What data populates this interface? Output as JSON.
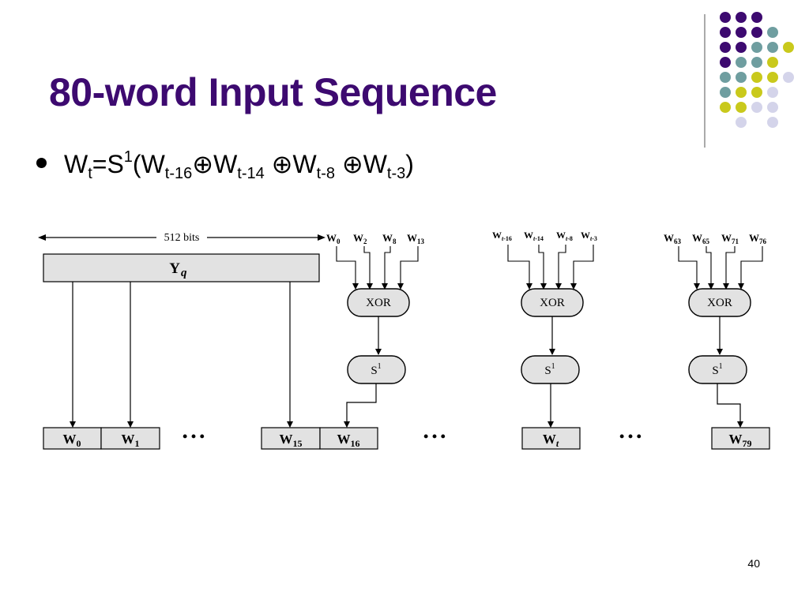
{
  "slide": {
    "title": "80-word Input Sequence",
    "page_number": "40"
  },
  "bullet": {
    "w": "W",
    "t": "t",
    "eq_s": "=S",
    "one": "1",
    "open": "(W",
    "sub1": "t-16",
    "xor": "⊕",
    "w2": "W",
    "sub2": "t-14",
    "xor2": " ⊕",
    "w3": "W",
    "sub3": "t-8",
    "xor3": " ⊕",
    "w4": "W",
    "sub4": "t-3",
    "close": ")"
  },
  "diagram": {
    "width_label": "512 bits",
    "block_label": "Y",
    "block_sub": "q",
    "xor_label": "XOR",
    "s_label": "S",
    "s_sup": "1",
    "ellipsis": "• • •",
    "groups": [
      {
        "inputs": [
          "W0",
          "W2",
          "W8",
          "W13"
        ]
      },
      {
        "inputs": [
          "Wt-16",
          "Wt-14",
          "Wt-8",
          "Wt-3"
        ]
      },
      {
        "inputs": [
          "W63",
          "W65",
          "W71",
          "W76"
        ]
      }
    ],
    "words": [
      "W0",
      "W1",
      "W15",
      "W16",
      "Wt",
      "W79"
    ]
  },
  "colors": {
    "title": "#3d0a70",
    "dot_purple": "#3d0a70",
    "dot_teal": "#6f9ea0",
    "dot_yellow": "#c9c91c",
    "dot_lavender": "#d4d4ea",
    "box_fill": "#e2e2e2"
  }
}
